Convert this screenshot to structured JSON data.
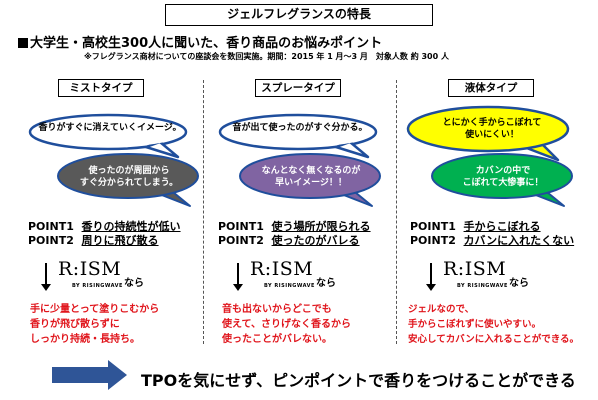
{
  "title": "ジェルフレグランスの特長",
  "heading": "大学生・高校生300人に聞いた、香り商品のお悩みポイント",
  "note": "※フレグランス商材についての座談会を数回実施。期間：2015 年 1 月～3 月　対象人数 約 300 人",
  "colors": {
    "blue_bubble_border": "#1f4e9c",
    "gray_bubble": "#595959",
    "purple_bubble": "#8064a2",
    "yellow_bubble": "#ffff00",
    "green_bubble": "#00b050",
    "red_text": "#e0141b",
    "arrow": "#2f5597"
  },
  "columns": [
    {
      "label": "ミストタイプ",
      "bubble1": {
        "lines": [
          "香りがすぐに消えていくイメージ。"
        ]
      },
      "bubble2": {
        "lines": [
          "使ったのが周囲から",
          "すぐ分かられてしまう。"
        ]
      },
      "point1_prefix": "POINT1",
      "point1_text": "香りの持続性が低い",
      "point2_prefix": "POINT2",
      "point2_text": "周りに飛び散る",
      "brand": "R:ISM",
      "brand_sub": "BY RISINGWAVE",
      "nara": "なら",
      "result": [
        "手に少量とって塗りこむから",
        "香りが飛び散らずに",
        "しっかり持続・長持ち。"
      ]
    },
    {
      "label": "スプレータイプ",
      "bubble1": {
        "lines": [
          "音が出て使ったのがすぐ分かる。"
        ]
      },
      "bubble2": {
        "lines": [
          "なんとなく無くなるのが",
          "早いイメージ！！"
        ]
      },
      "point1_prefix": "POINT1",
      "point1_text": "使う場所が限られる",
      "point2_prefix": "POINT2",
      "point2_text": "使ったのがバレる",
      "brand": "R:ISM",
      "brand_sub": "BY RISINGWAVE",
      "nara": "なら",
      "result": [
        "音も出ないからどこでも",
        "使えて、さりげなく香るから",
        "使ったことがバレない。"
      ]
    },
    {
      "label": "液体タイプ",
      "bubble1": {
        "lines": [
          "とにかく手からこぼれて",
          "使いにくい！"
        ]
      },
      "bubble2": {
        "lines": [
          "カバンの中で",
          "こぼれて大惨事に！"
        ]
      },
      "point1_prefix": "POINT1",
      "point1_text": "手からこぼれる",
      "point2_prefix": "POINT2",
      "point2_text": "カバンに入れたくない",
      "brand": "R:ISM",
      "brand_sub": "BY RISINGWAVE",
      "nara": "なら",
      "result": [
        "ジェルなので、",
        "手からこぼれずに使いやすい。",
        "安心してカバンに入れることができる。"
      ]
    }
  ],
  "bottom_text": "TPOを気にせず、ピンポイントで香りをつけることができる"
}
